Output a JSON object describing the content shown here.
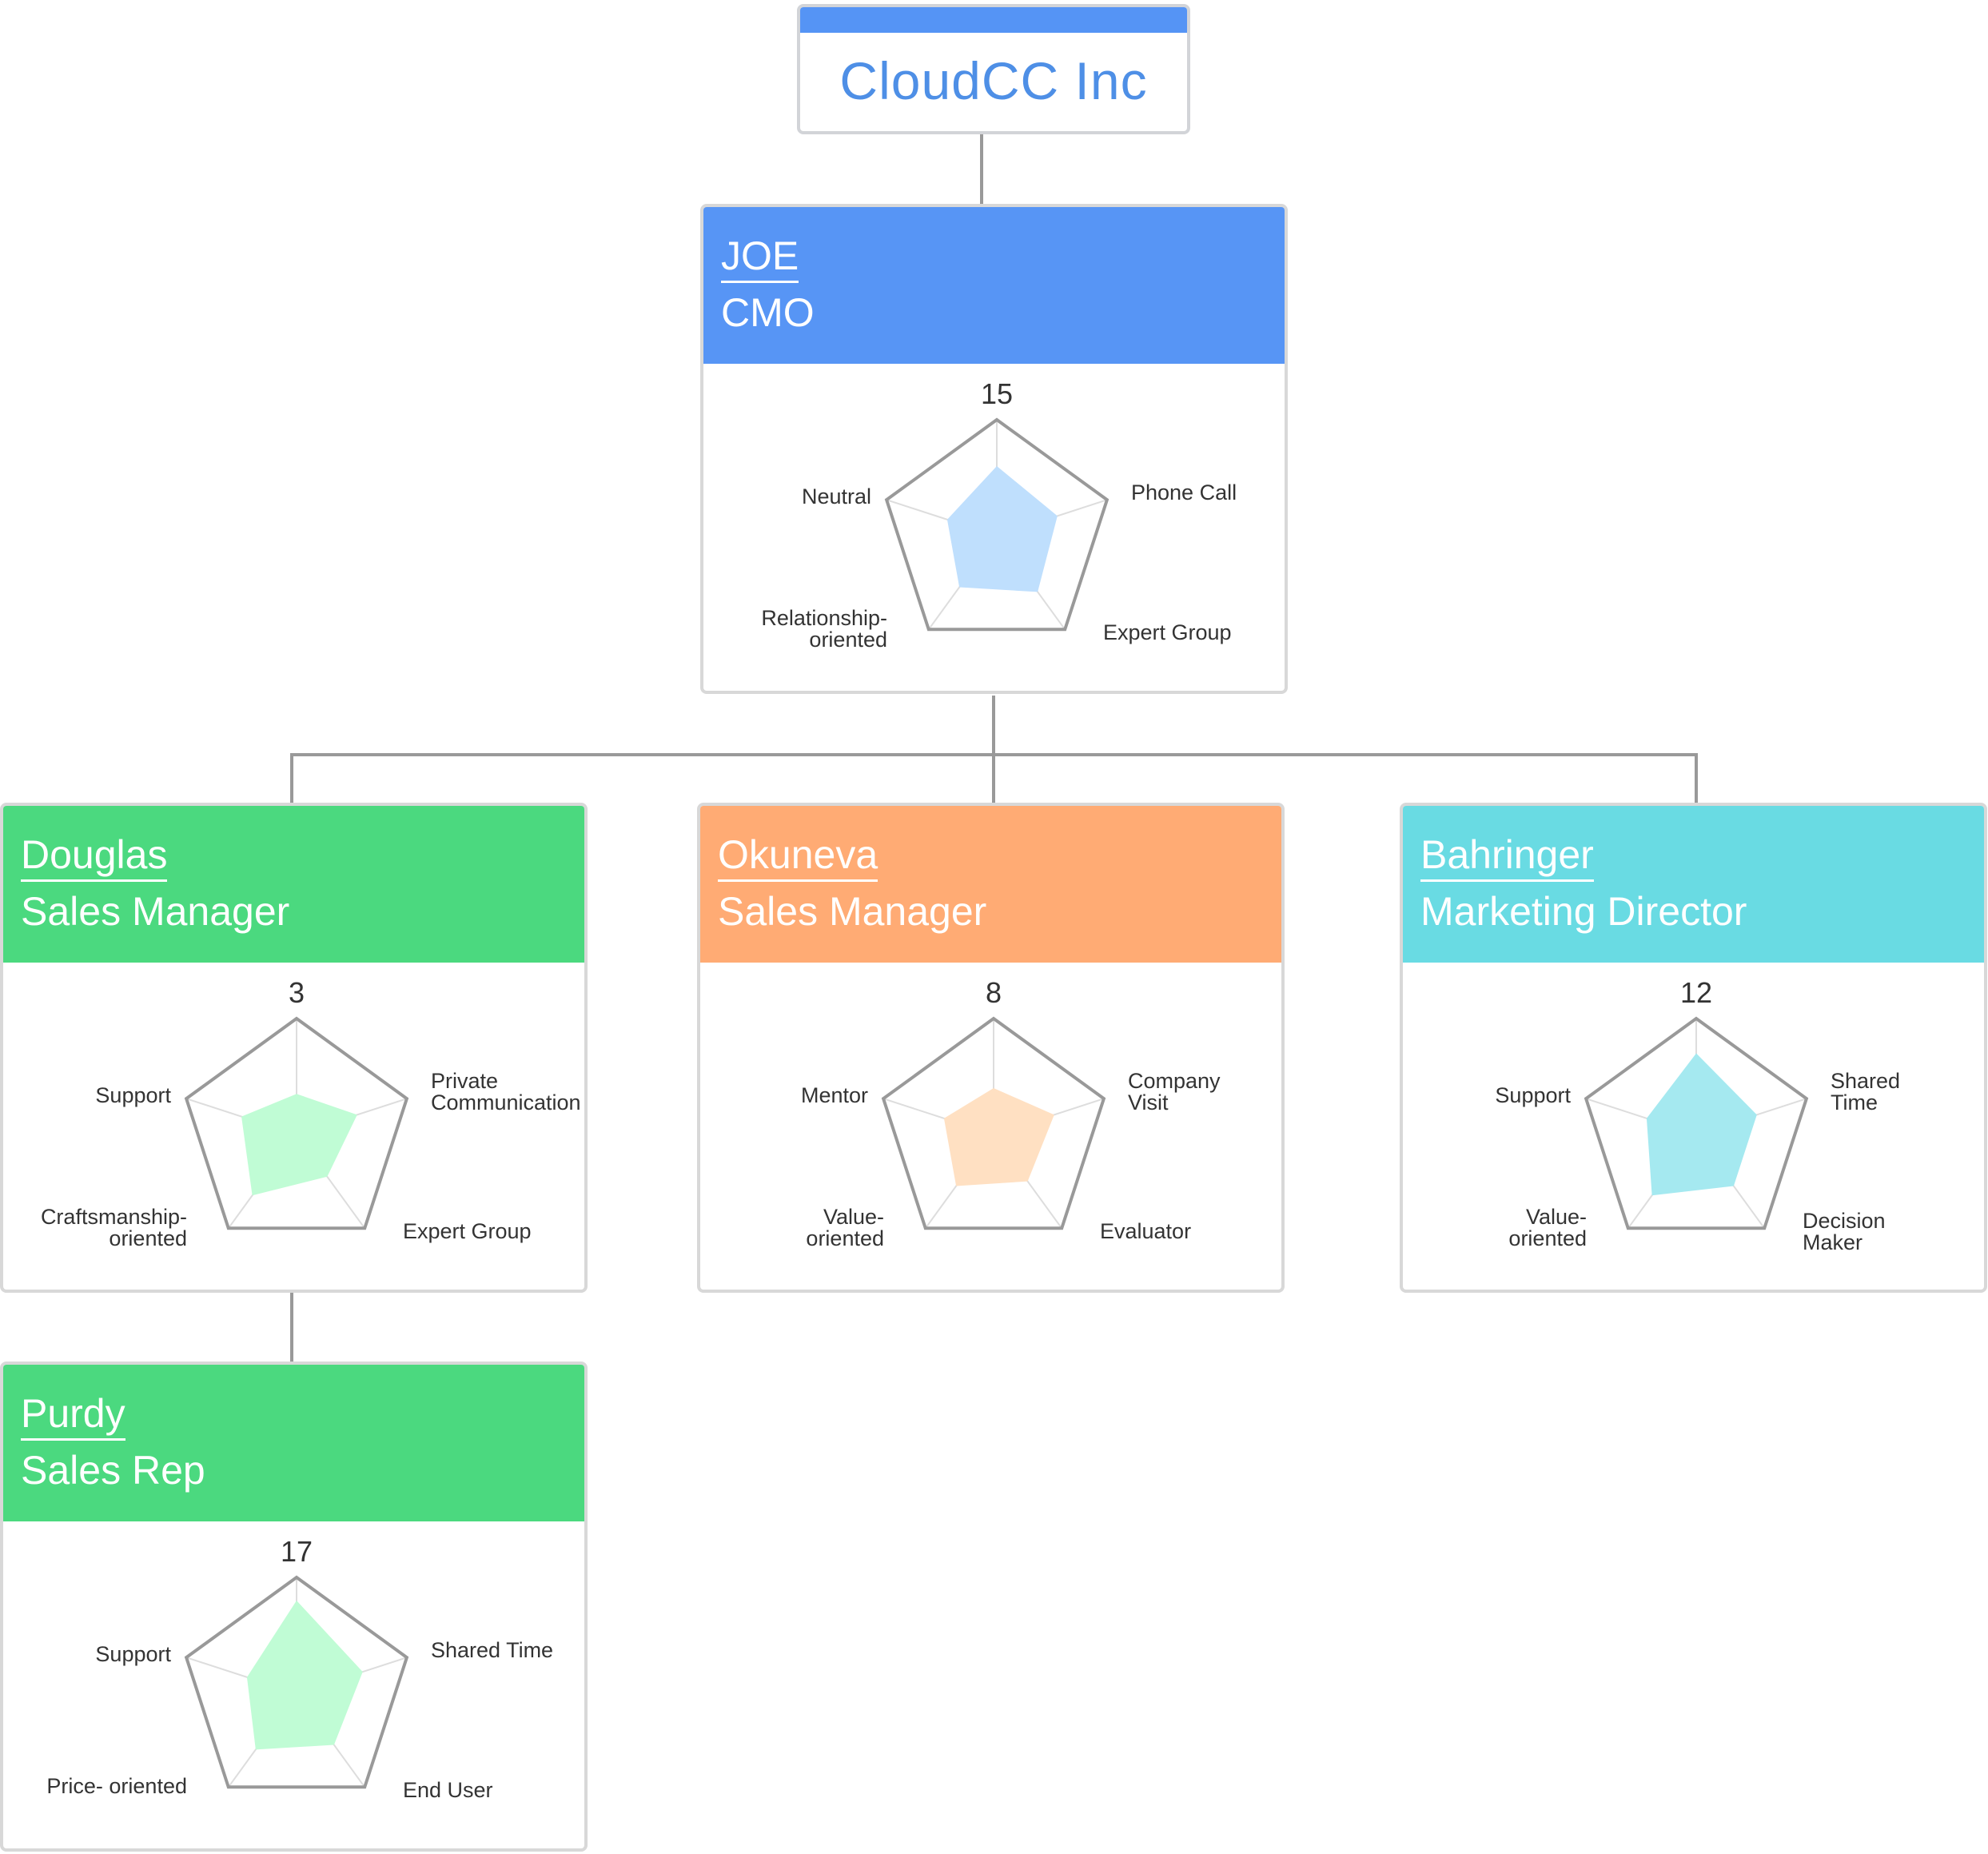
{
  "company": {
    "name": "CloudCC Inc"
  },
  "colors": {
    "company_bar": "#5594f5",
    "connector": "#999999"
  },
  "contacts": [
    {
      "id": "joe",
      "name": "JOE",
      "role": "CMO",
      "header_color": "#5795f5",
      "fill_color": "#bfdffd",
      "score": "15",
      "labels": [
        "Phone Call",
        "Expert Group",
        "Relationship-\noriented",
        "Neutral"
      ],
      "radar_values": [
        0.6,
        0.55,
        0.6,
        0.55,
        0.45
      ]
    },
    {
      "id": "douglas",
      "name": "Douglas",
      "role": "Sales Manager",
      "header_color": "#4bd97f",
      "fill_color": "#c0fcd5",
      "score": "3",
      "labels": [
        "Private\nCommunication",
        "Expert Group",
        "Craftsmanship-\noriented",
        "Support"
      ],
      "radar_values": [
        0.35,
        0.55,
        0.45,
        0.65,
        0.5
      ]
    },
    {
      "id": "okuneva",
      "name": "Okuneva",
      "role": "Sales Manager",
      "header_color": "#ffab74",
      "fill_color": "#ffe0c2",
      "score": "8",
      "labels": [
        "Company\nVisit",
        "Evaluator",
        "Value-\noriented",
        "Mentor"
      ],
      "radar_values": [
        0.4,
        0.55,
        0.5,
        0.55,
        0.45
      ]
    },
    {
      "id": "bahringer",
      "name": "Bahringer",
      "role": "Marketing Director",
      "header_color": "#69dbe3",
      "fill_color": "#a5e9f0",
      "score": "12",
      "labels": [
        "Shared\nTime",
        "Decision\nMaker",
        "Value-\noriented",
        "Support"
      ],
      "radar_values": [
        0.7,
        0.55,
        0.55,
        0.65,
        0.45
      ]
    },
    {
      "id": "purdy",
      "name": "Purdy",
      "role": "Sales Rep",
      "header_color": "#4bd97f",
      "fill_color": "#c0fcd5",
      "score": "17",
      "labels": [
        "Shared Time",
        "End User",
        "Price- oriented",
        "Support"
      ],
      "radar_values": [
        0.8,
        0.6,
        0.55,
        0.6,
        0.45
      ]
    }
  ]
}
